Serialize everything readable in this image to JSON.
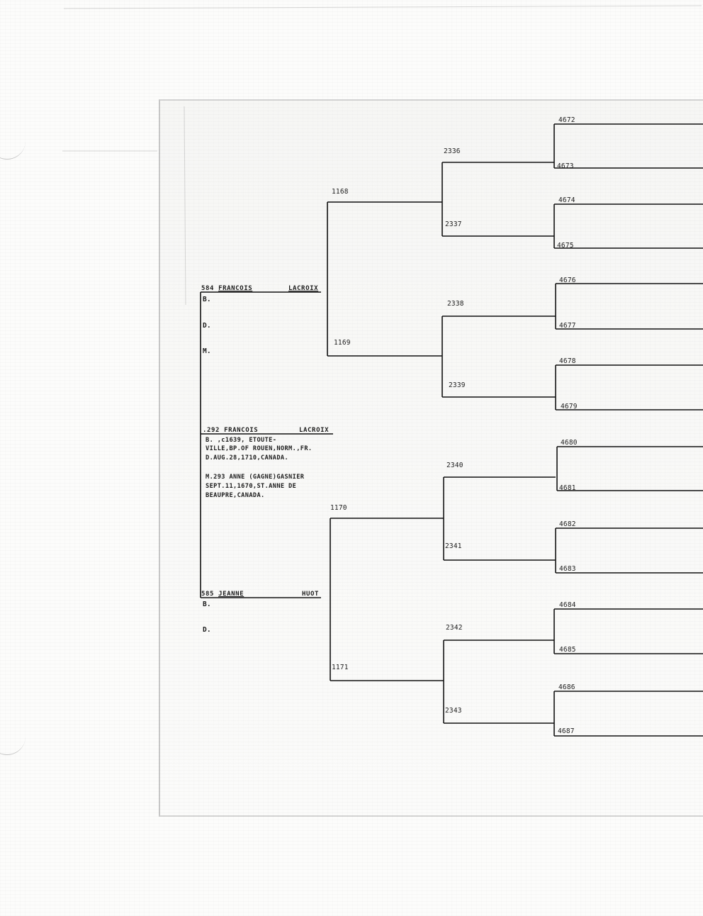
{
  "person_584": {
    "number": "584",
    "first": "FRANCOIS",
    "surname": "LACROIX",
    "b": "B.",
    "d": "D.",
    "m": "M."
  },
  "person_292": {
    "number": ".292",
    "first": "FRANCOIS",
    "surname": "LACROIX",
    "lines": [
      "B.      ,c1639, ETOUTE-",
      "VILLE,BP.OF ROUEN,NORM.,FR.",
      "D.AUG.28,1710,CANADA.",
      "",
      "M.293 ANNE  (GAGNE)GASNIER",
      "SEPT.11,1670,ST.ANNE DE",
      "BEAUPRE,CANADA."
    ]
  },
  "person_585": {
    "number": "585",
    "first": "JEANNE",
    "surname": "HUOT",
    "b": "B.",
    "d": "D."
  },
  "gen3": [
    "1168",
    "1169",
    "1170",
    "1171"
  ],
  "gen4": [
    "2336",
    "2337",
    "2338",
    "2339",
    "2340",
    "2341",
    "2342",
    "2343"
  ],
  "gen5": [
    "4672",
    "4673",
    "4674",
    "4675",
    "4676",
    "4677",
    "4678",
    "4679",
    "4680",
    "4681",
    "4682",
    "4683",
    "4684",
    "4685",
    "4686",
    "4687"
  ]
}
